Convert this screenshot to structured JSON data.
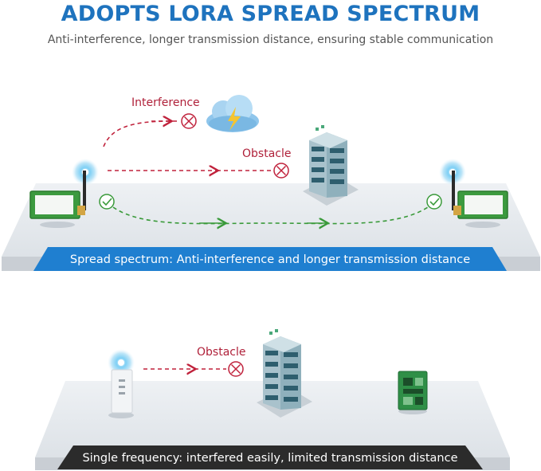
{
  "header": {
    "title": "ADOPTS LORA SPREAD SPECTRUM",
    "subtitle": "Anti-interference, longer transmission distance, ensuring stable communication"
  },
  "top_panel": {
    "interference_label": "Interference",
    "obstacle_label": "Obstacle",
    "banner": "Spread spectrum: Anti-interference and longer transmission distance"
  },
  "bottom_panel": {
    "obstacle_label": "Obstacle",
    "banner": "Single frequency: interfered easily, limited transmission distance"
  },
  "colors": {
    "title": "#1e73be",
    "blocked_path": "#c0223c",
    "ok_path": "#3a9a3a",
    "banner_blue": "#1f7fd0",
    "banner_dark": "#2b2b2b"
  },
  "icons": [
    "cloud-lightning-icon",
    "blocked-icon",
    "check-icon",
    "building-icon",
    "lora-module-icon",
    "signal-icon"
  ]
}
